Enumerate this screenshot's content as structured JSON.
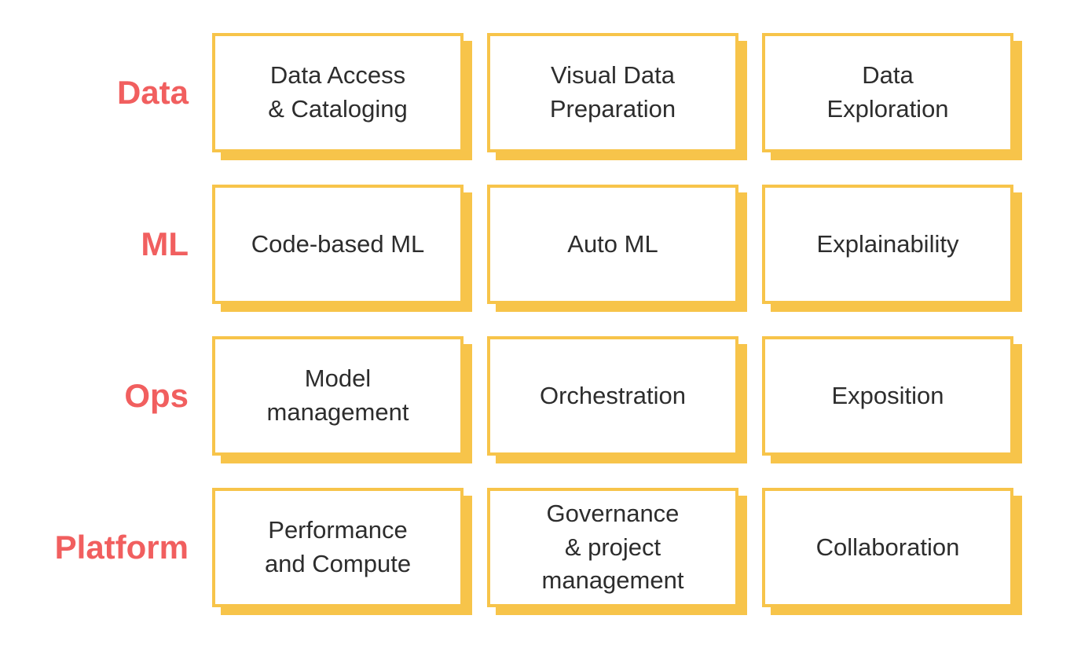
{
  "colors": {
    "accent-yellow": "#F7C44A",
    "label-red": "#F15F5F",
    "text-dark": "#2D2D2D"
  },
  "rows": [
    {
      "label": "Data",
      "cards": [
        "Data Access\n& Cataloging",
        "Visual Data\nPreparation",
        "Data\nExploration"
      ]
    },
    {
      "label": "ML",
      "cards": [
        "Code-based ML",
        "Auto ML",
        "Explainability"
      ]
    },
    {
      "label": "Ops",
      "cards": [
        "Model\nmanagement",
        "Orchestration",
        "Exposition"
      ]
    },
    {
      "label": "Platform",
      "cards": [
        "Performance\nand Compute",
        "Governance\n& project\nmanagement",
        "Collaboration"
      ]
    }
  ]
}
